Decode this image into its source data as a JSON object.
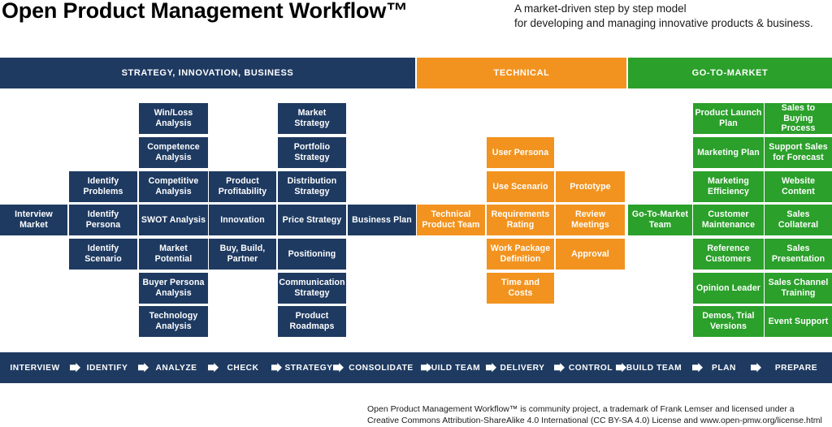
{
  "header": {
    "title": "Open Product Management Workflow™",
    "subtitle_line1": "A market-driven step by step model",
    "subtitle_line2": "for developing and managing innovative products & business."
  },
  "colors": {
    "navy": "#1e3a61",
    "orange": "#f2931f",
    "green": "#2ba02b",
    "white": "#ffffff"
  },
  "phases": [
    {
      "label": "STRATEGY, INNOVATION, BUSINESS",
      "color": "#1e3a61"
    },
    {
      "label": "TECHNICAL",
      "color": "#f2931f"
    },
    {
      "label": "GO-TO-MARKET",
      "color": "#2ba02b"
    }
  ],
  "columns": [
    {
      "name": "interview",
      "color": "navy",
      "cells": [
        {
          "label": "Interview Market",
          "row": 3
        }
      ]
    },
    {
      "name": "identify",
      "color": "navy",
      "cells": [
        {
          "label": "Identify Problems",
          "row": 2
        },
        {
          "label": "Identify Persona",
          "row": 3
        },
        {
          "label": "Identify Scenario",
          "row": 4
        }
      ]
    },
    {
      "name": "analyze",
      "color": "navy",
      "cells": [
        {
          "label": "Win/Loss Analysis",
          "row": 0
        },
        {
          "label": "Competence Analysis",
          "row": 1
        },
        {
          "label": "Competitive Analysis",
          "row": 2
        },
        {
          "label": "SWOT Analysis",
          "row": 3
        },
        {
          "label": "Market Potential",
          "row": 4
        },
        {
          "label": "Buyer Persona Analysis",
          "row": 5
        },
        {
          "label": "Technology Analysis",
          "row": 6
        }
      ]
    },
    {
      "name": "check",
      "color": "navy",
      "cells": [
        {
          "label": "Product Profitability",
          "row": 2
        },
        {
          "label": "Innovation",
          "row": 3
        },
        {
          "label": "Buy, Build, Partner",
          "row": 4
        }
      ]
    },
    {
      "name": "strategy",
      "color": "navy",
      "cells": [
        {
          "label": "Market Strategy",
          "row": 0
        },
        {
          "label": "Portfolio Strategy",
          "row": 1
        },
        {
          "label": "Distribution Strategy",
          "row": 2
        },
        {
          "label": "Price Strategy",
          "row": 3
        },
        {
          "label": "Positioning",
          "row": 4
        },
        {
          "label": "Communication Strategy",
          "row": 5
        },
        {
          "label": "Product Roadmaps",
          "row": 6
        }
      ]
    },
    {
      "name": "consolidate",
      "color": "navy",
      "cells": [
        {
          "label": "Business Plan",
          "row": 3
        }
      ]
    },
    {
      "name": "build-team-technical",
      "color": "orange",
      "cells": [
        {
          "label": "Technical Product Team",
          "row": 3
        }
      ]
    },
    {
      "name": "delivery",
      "color": "orange",
      "cells": [
        {
          "label": "User Persona",
          "row": 1
        },
        {
          "label": "Use Scenario",
          "row": 2
        },
        {
          "label": "Requirements Rating",
          "row": 3
        },
        {
          "label": "Work Package Definition",
          "row": 4
        },
        {
          "label": "Time and Costs",
          "row": 5
        }
      ]
    },
    {
      "name": "control",
      "color": "orange",
      "cells": [
        {
          "label": "Prototype",
          "row": 2
        },
        {
          "label": "Review Meetings",
          "row": 3
        },
        {
          "label": "Approval",
          "row": 4
        }
      ]
    },
    {
      "name": "build-team-gtm",
      "color": "green",
      "cells": [
        {
          "label": "Go-To-Market Team",
          "row": 3
        }
      ]
    },
    {
      "name": "plan",
      "color": "green",
      "cells": [
        {
          "label": "Product Launch Plan",
          "row": 0
        },
        {
          "label": "Marketing Plan",
          "row": 1
        },
        {
          "label": "Marketing Efficiency",
          "row": 2
        },
        {
          "label": "Customer Maintenance",
          "row": 3
        },
        {
          "label": "Reference Customers",
          "row": 4
        },
        {
          "label": "Opinion Leader",
          "row": 5
        },
        {
          "label": "Demos, Trial Versions",
          "row": 6
        }
      ]
    },
    {
      "name": "prepare",
      "color": "green",
      "cells": [
        {
          "label": "Sales to Buying Process",
          "row": 0
        },
        {
          "label": "Support Sales for Forecast",
          "row": 1
        },
        {
          "label": "Website Content",
          "row": 2
        },
        {
          "label": "Sales Collateral",
          "row": 3
        },
        {
          "label": "Sales Presentation",
          "row": 4
        },
        {
          "label": "Sales Channel Training",
          "row": 5
        },
        {
          "label": "Event Support",
          "row": 6
        }
      ]
    }
  ],
  "process_steps": [
    "INTERVIEW",
    "IDENTIFY",
    "ANALYZE",
    "CHECK",
    "STRATEGY",
    "CONSOLIDATE",
    "BUILD TEAM",
    "DELIVERY",
    "CONTROL",
    "BUILD TEAM",
    "PLAN",
    "PREPARE"
  ],
  "footer": {
    "line1": "Open Product Management Workflow™ is community project, a trademark of Frank Lemser and licensed under a",
    "line2": "Creative Commons Attribution-ShareAlike 4.0 International (CC BY-SA 4.0) License and www.open-pmw.org/license.html"
  }
}
